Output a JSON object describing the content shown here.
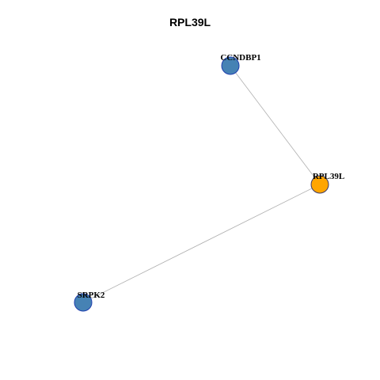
{
  "title": "RPL39L",
  "nodes": {
    "ccndbp1": {
      "label": "CCNDBP1",
      "color": "#4682B4",
      "stroke": "#1f3faf"
    },
    "rpl39l": {
      "label": "RPL39L",
      "color": "#FFA500",
      "stroke": "#3a3a6a"
    },
    "srpk2": {
      "label": "SRPK2",
      "color": "#4682B4",
      "stroke": "#1f3faf"
    }
  },
  "edges": [
    {
      "source": "ccndbp1",
      "target": "rpl39l"
    },
    {
      "source": "rpl39l",
      "target": "srpk2"
    }
  ],
  "colors": {
    "edge": "#b0b0b0"
  }
}
